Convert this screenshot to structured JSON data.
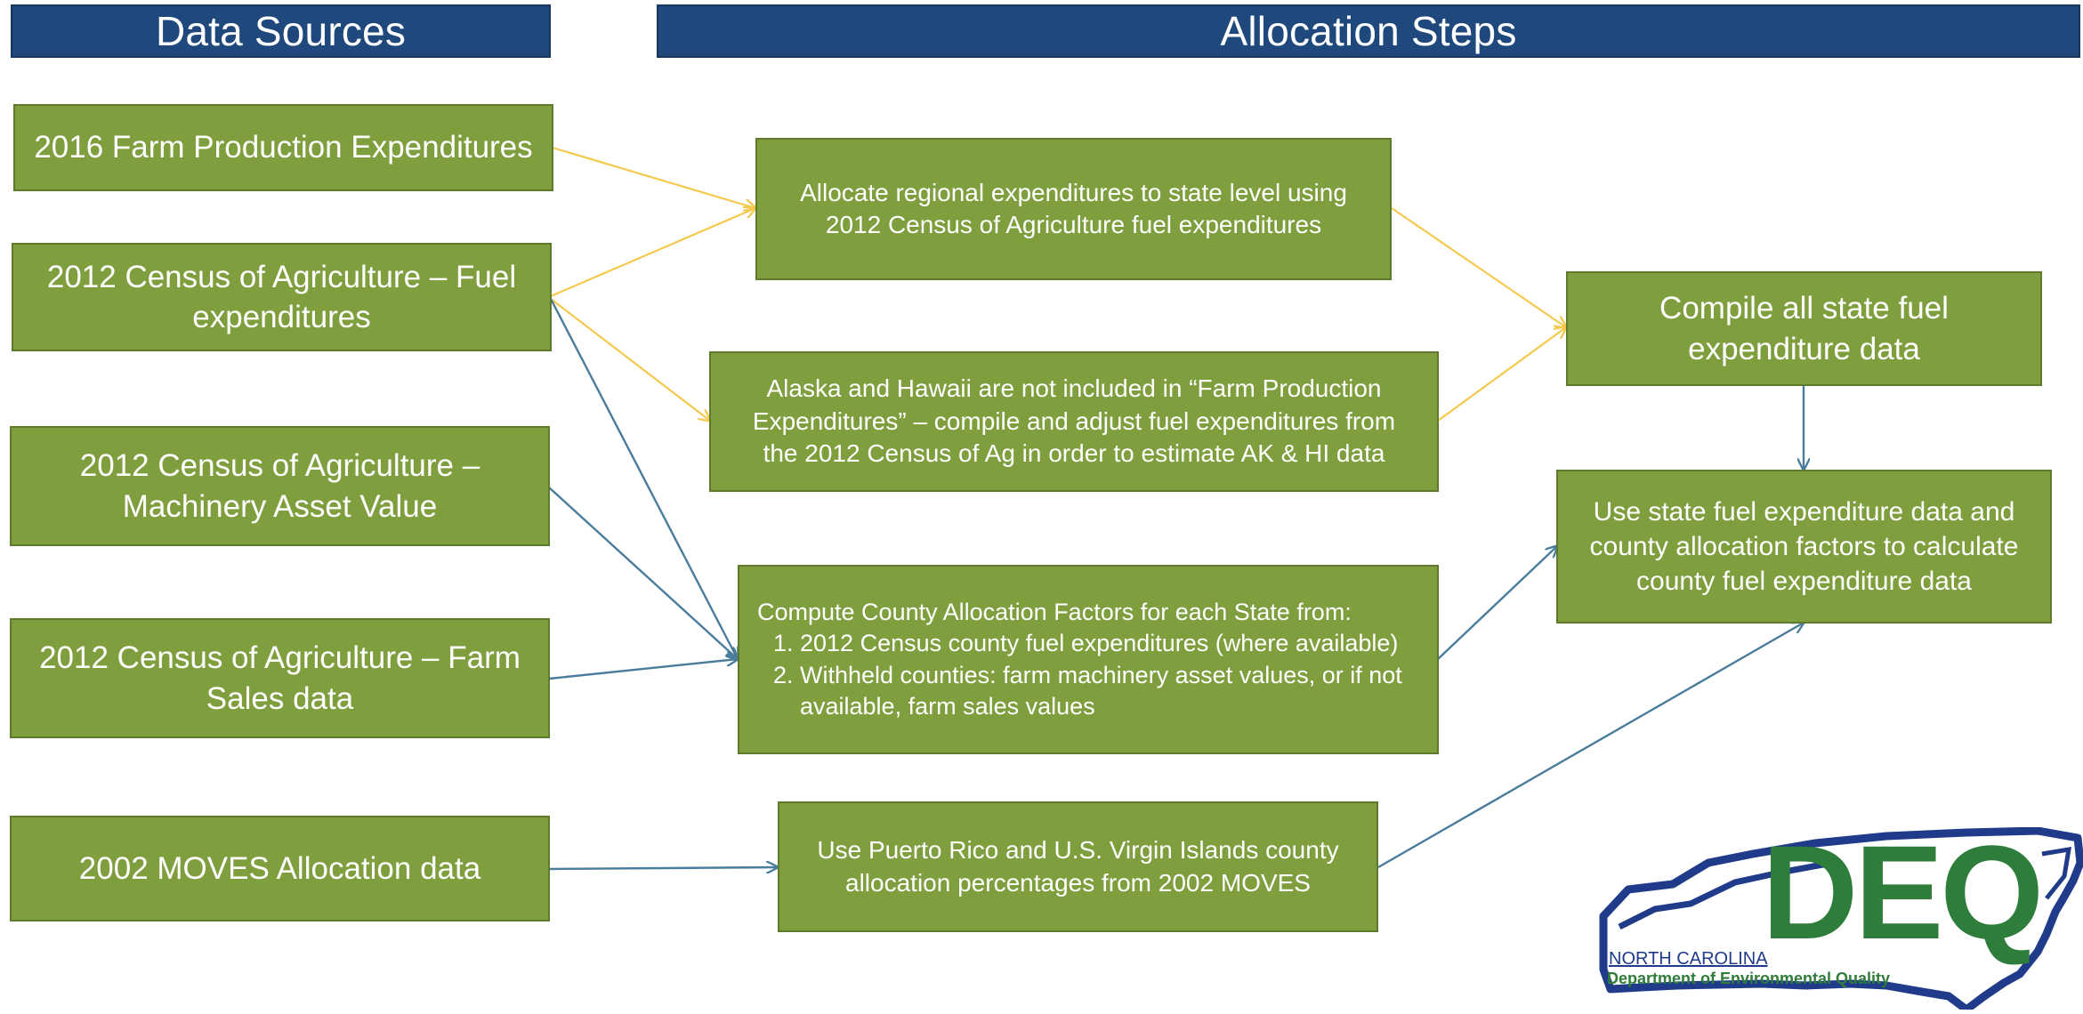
{
  "headers": {
    "data_sources": "Data Sources",
    "allocation_steps": "Allocation Steps"
  },
  "sources": {
    "farm_production": "2016 Farm Production Expenditures",
    "census_fuel": "2012 Census of Agriculture – Fuel expenditures",
    "census_machinery": "2012 Census of Agriculture – Machinery Asset Value",
    "census_sales": "2012 Census of Agriculture – Farm Sales data",
    "moves": "2002 MOVES Allocation data"
  },
  "steps": {
    "allocate_regional": "Allocate regional expenditures to state level using 2012 Census of Agriculture fuel expenditures",
    "alaska_hawaii": "Alaska and Hawaii are not included in “Farm Production Expenditures” – compile and adjust fuel expenditures from the 2012 Census of Ag in order to estimate AK & HI data",
    "county_factors": {
      "intro": "Compute County Allocation Factors for each State from:",
      "item1": "2012 Census county fuel expenditures (where available)",
      "item2": "Withheld counties:  farm machinery asset values, or if not available, farm sales values"
    },
    "puerto_rico": "Use Puerto Rico and U.S. Virgin Islands county allocation percentages from 2002 MOVES",
    "compile_state": "Compile all state fuel expenditure data",
    "use_state": "Use state fuel expenditure data and county allocation factors to calculate county fuel expenditure data"
  },
  "logo": {
    "letters": "DEQ",
    "state": "NORTH CAROLINA",
    "department": "Department of Environmental Quality"
  },
  "colors": {
    "header_blue": "#1f497d",
    "box_green": "#7f9f3f",
    "arrow_yellow": "#f5c94e",
    "arrow_blue": "#4a7c9c",
    "logo_blue": "#1f3b8a",
    "logo_green": "#2e7d3a"
  }
}
